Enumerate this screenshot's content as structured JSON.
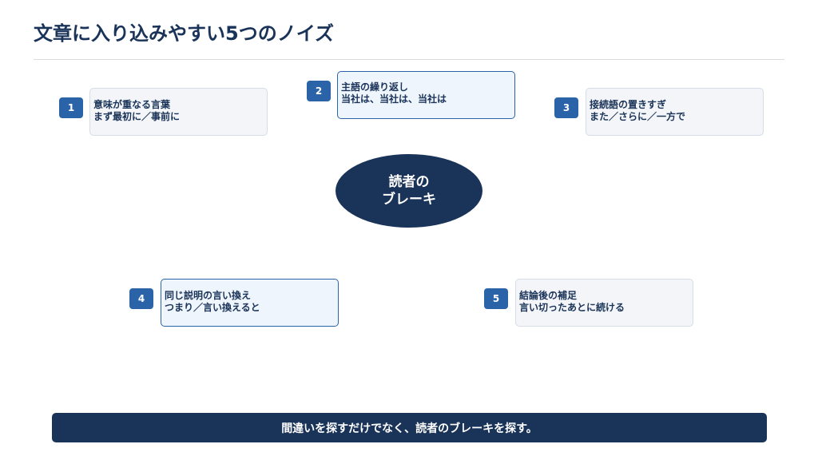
{
  "title": "文章に入り込みやすい5つのノイズ",
  "center": {
    "line1": "読者の",
    "line2": "ブレーキ"
  },
  "noises": [
    {
      "number": "1",
      "name": "意味が重なる言葉",
      "example": "まず最初に／事前に"
    },
    {
      "number": "2",
      "name": "主語の繰り返し",
      "example": "当社は、当社は、当社は"
    },
    {
      "number": "3",
      "name": "接続語の置きすぎ",
      "example": "また／さらに／一方で"
    },
    {
      "number": "4",
      "name": "同じ説明の言い換え",
      "example": "つまり／言い換えると"
    },
    {
      "number": "5",
      "name": "結論後の補足",
      "example": "言い切ったあとに続ける"
    }
  ],
  "footer": "間違いを探すだけでなく、読者のブレーキを探す。",
  "colors": {
    "navy": "#1a3358",
    "accent": "#2a63a8",
    "card_plain": "#f3f5f8",
    "card_highlight": "#eef5fd"
  }
}
